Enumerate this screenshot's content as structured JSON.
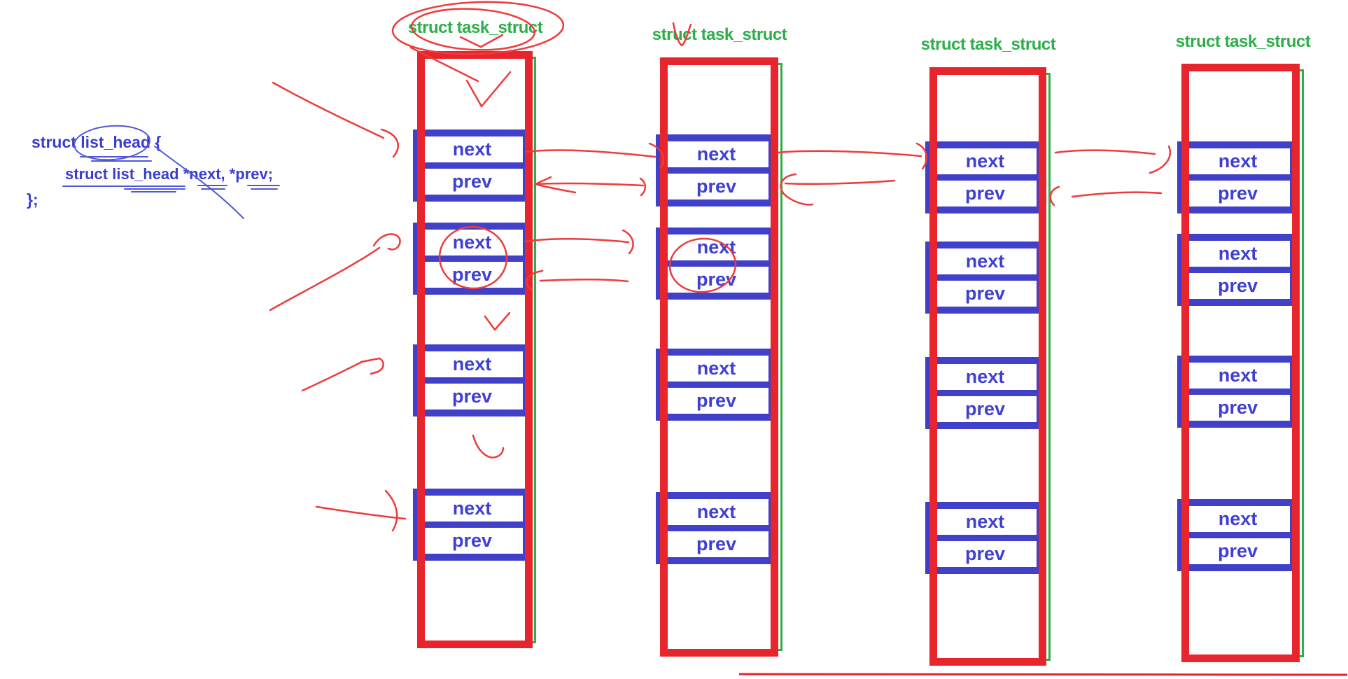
{
  "code": {
    "line1": "struct list_head {",
    "line2": "struct list_head *next, *prev;",
    "line3": "};"
  },
  "columns": [
    {
      "label": "struct task_struct",
      "nodes": [
        {
          "next": "next",
          "prev": "prev"
        },
        {
          "next": "next",
          "prev": "prev"
        },
        {
          "next": "next",
          "prev": "prev"
        },
        {
          "next": "next",
          "prev": "prev"
        }
      ]
    },
    {
      "label": "struct task_struct",
      "nodes": [
        {
          "next": "next",
          "prev": "prev"
        },
        {
          "next": "next",
          "prev": "prev"
        },
        {
          "next": "next",
          "prev": "prev"
        },
        {
          "next": "next",
          "prev": "prev"
        }
      ]
    },
    {
      "label": "struct task_struct",
      "nodes": [
        {
          "next": "next",
          "prev": "prev"
        },
        {
          "next": "next",
          "prev": "prev"
        },
        {
          "next": "next",
          "prev": "prev"
        },
        {
          "next": "next",
          "prev": "prev"
        }
      ]
    },
    {
      "label": "struct task_struct",
      "nodes": [
        {
          "next": "next",
          "prev": "prev"
        },
        {
          "next": "next",
          "prev": "prev"
        },
        {
          "next": "next",
          "prev": "prev"
        },
        {
          "next": "next",
          "prev": "prev"
        }
      ]
    }
  ],
  "colors": {
    "task_struct_border_red": "#e8242c",
    "task_struct_border_green": "#2db04a",
    "task_struct_label_green": "#2cae4a",
    "list_head_blue": "#4040c8",
    "field_text_blue": "#3f3fd3",
    "code_text_blue": "#3a3ed0",
    "hand_ink_red": "#ee3b3b",
    "bottom_underline_red": "#e4232e",
    "hand_ink_blue": "#5058d8"
  }
}
